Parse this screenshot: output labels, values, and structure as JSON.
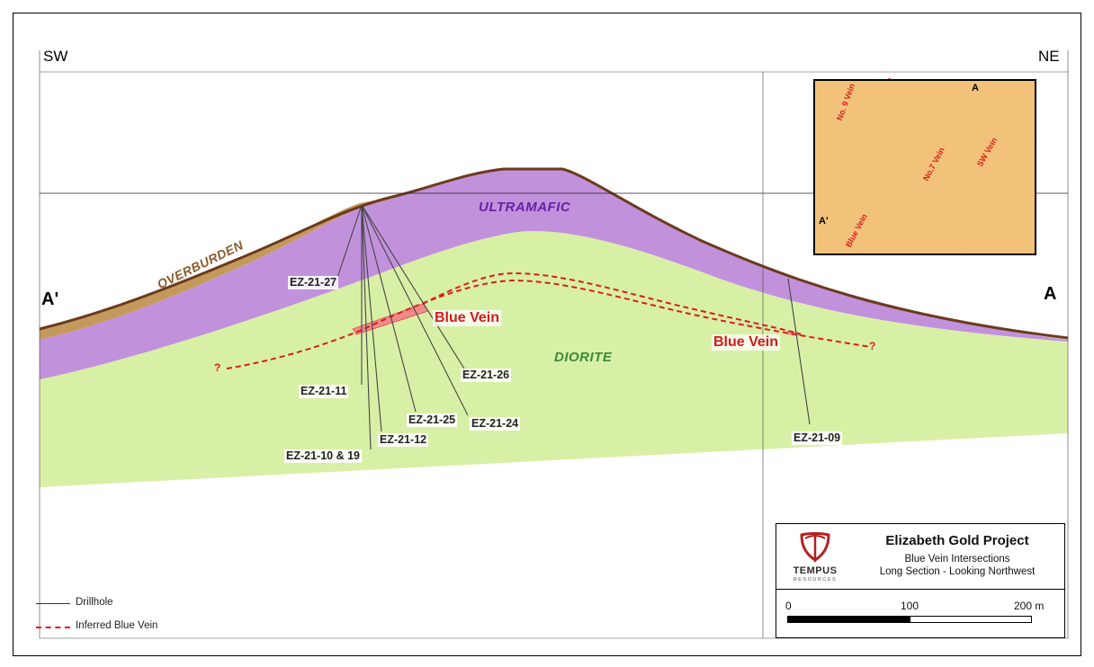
{
  "orientation": {
    "left": "SW",
    "right": "NE"
  },
  "section_ends": {
    "left": "A'",
    "right": "A"
  },
  "units": [
    {
      "name": "OVERBURDEN",
      "color": "#8b5a2b",
      "fill": "#c49a5c"
    },
    {
      "name": "ULTRAMAFIC",
      "color": "#6a1fa6",
      "fill": "#c291dc"
    },
    {
      "name": "DIORITE",
      "color": "#3c8a3a",
      "fill": "#d8f0a6"
    }
  ],
  "vein_labels": [
    "Blue Vein",
    "Blue Vein"
  ],
  "vein_color": "#d81e1e",
  "drillholes": [
    "EZ-21-27",
    "EZ-21-11",
    "EZ-21-10 & 19",
    "EZ-21-12",
    "EZ-21-25",
    "EZ-21-24",
    "EZ-21-26",
    "EZ-21-09"
  ],
  "question_marks": [
    "?",
    "?"
  ],
  "inset": {
    "labels": {
      "no9": "No. 9 Vein",
      "no7": "No.7 Vein",
      "sw": "SW Vein",
      "blue": "Blue Vein",
      "a": "A",
      "a_prime": "A'"
    }
  },
  "title_block": {
    "logo_text": "TEMPUS",
    "logo_sub": "RESOURCES",
    "logo_color": "#b3201f",
    "title": "Elizabeth Gold Project",
    "subtitle1": "Blue Vein Intersections",
    "subtitle2": "Long Section - Looking Northwest",
    "scale": {
      "min": "0",
      "mid": "100",
      "max": "200 m"
    }
  },
  "legend": {
    "drillhole": "Drillhole",
    "inferred_vein": "Inferred Blue Vein"
  }
}
